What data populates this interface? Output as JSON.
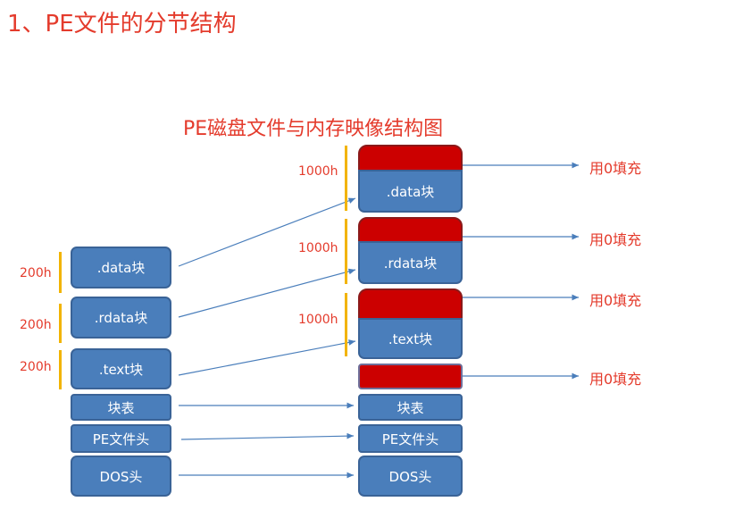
{
  "header": {
    "title": "1、PE文件的分节结构",
    "subtitle": "PE磁盘文件与内存映像结构图"
  },
  "disk": {
    "sections": [
      {
        "label": ".data块",
        "size": "200h"
      },
      {
        "label": ".rdata块",
        "size": "200h"
      },
      {
        "label": ".text块",
        "size": "200h"
      }
    ],
    "headers": [
      "块表",
      "PE文件头",
      "DOS头"
    ]
  },
  "memory": {
    "sections": [
      {
        "label": ".data块",
        "size": "1000h",
        "fill": "用0填充"
      },
      {
        "label": ".rdata块",
        "size": "1000h",
        "fill": "用0填充"
      },
      {
        "label": ".text块",
        "size": "1000h",
        "fill": "用0填充"
      }
    ],
    "padding_fill": "用0填充",
    "headers": [
      "块表",
      "PE文件头",
      "DOS头"
    ]
  },
  "colors": {
    "section_blue": "#4a7ebb",
    "padding_red": "#cc0000",
    "label_red": "#e43b2c",
    "bracket_yellow": "#f2b400"
  }
}
